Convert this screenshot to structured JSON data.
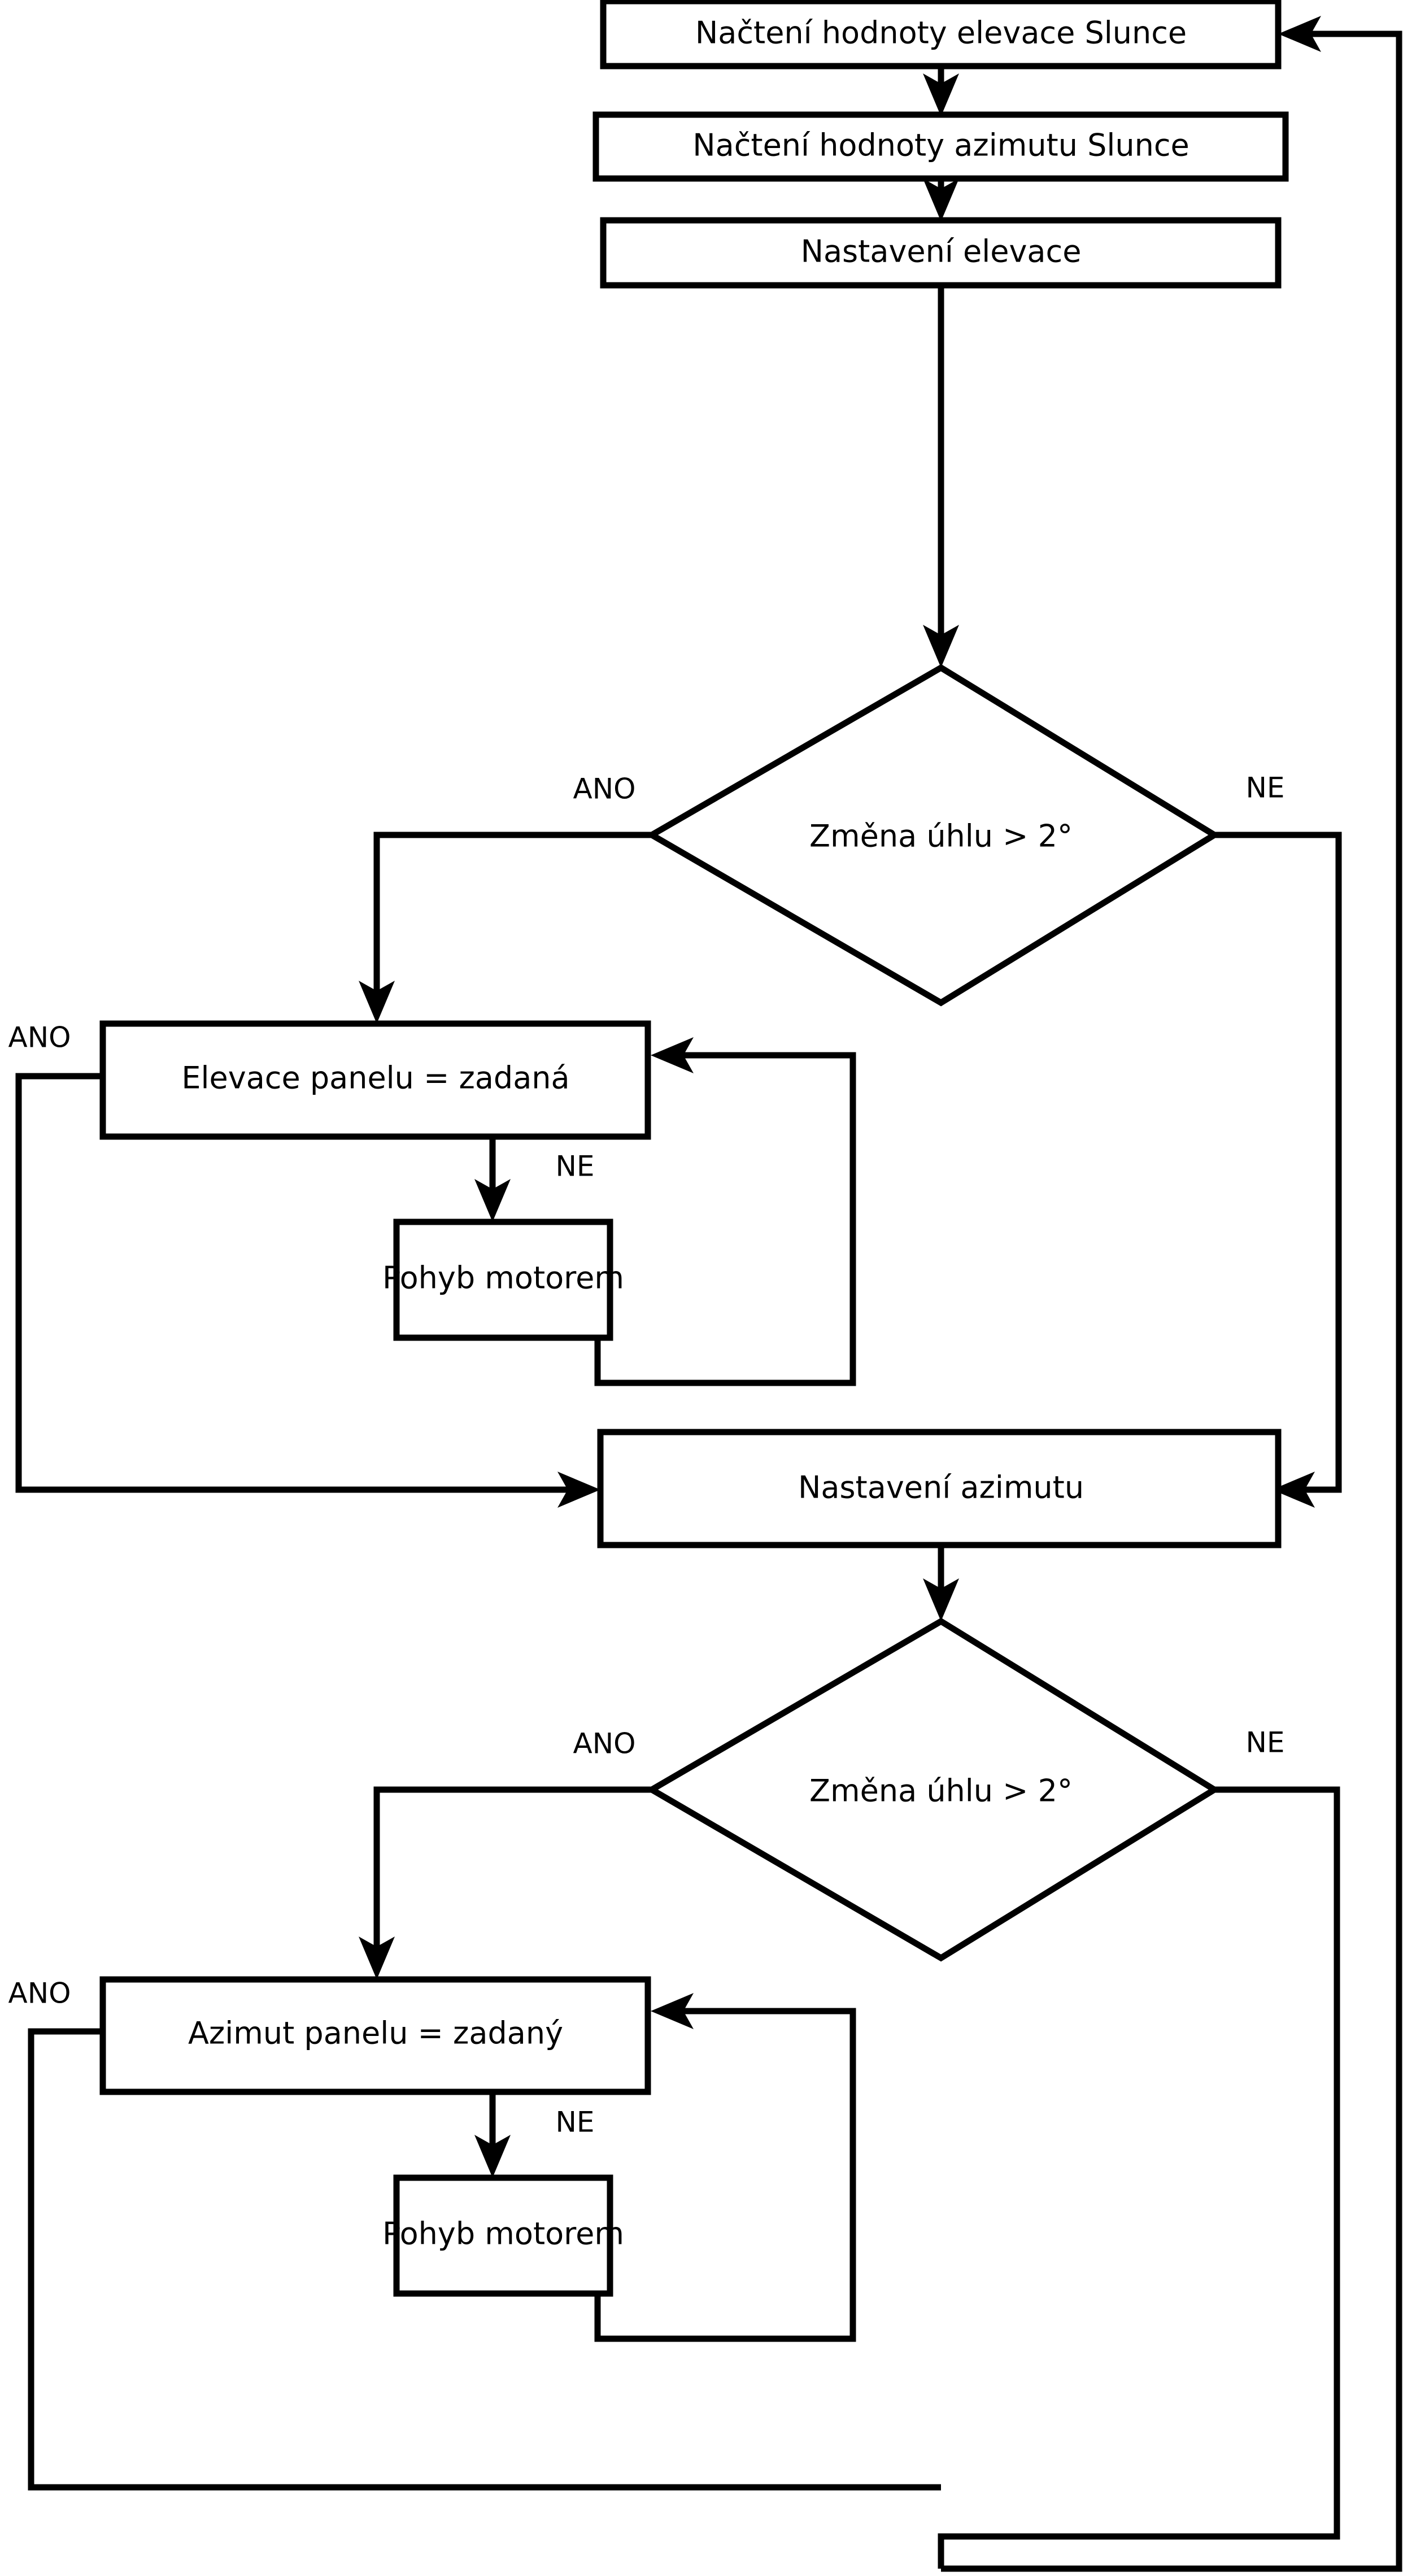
{
  "diagram": {
    "type": "flowchart",
    "language": "cs",
    "title": "Solar tracker control flowchart",
    "colors": {
      "stroke": "#000000",
      "fill": "#ffffff",
      "text": "#000000"
    },
    "nodes": {
      "read_elevation": "Načtení hodnoty elevace Slunce",
      "read_azimuth": "Načtení hodnoty azimutu Slunce",
      "set_elevation": "Nastavení elevace",
      "decision_elevation": "Změna úhlu > 2°",
      "panel_elevation_equal": "Elevace panelu = zadaná",
      "motor_move_elevation": "Pohyb motorem",
      "set_azimuth": "Nastavení azimutu",
      "decision_azimuth": "Změna úhlu > 2°",
      "panel_azimuth_equal": "Azimut panelu = zadaný",
      "motor_move_azimuth": "Pohyb motorem"
    },
    "edge_labels": {
      "elev_decision_yes": "ANO",
      "elev_decision_no": "NE",
      "elev_loop_yes": "ANO",
      "elev_loop_no": "NE",
      "azim_decision_yes": "ANO",
      "azim_decision_no": "NE",
      "azim_loop_yes": "ANO",
      "azim_loop_no": "NE"
    }
  }
}
